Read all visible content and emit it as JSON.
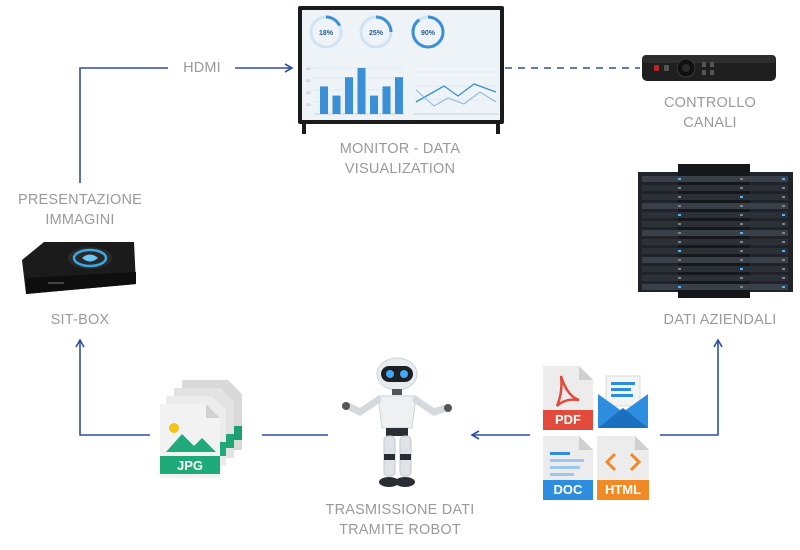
{
  "connections": {
    "hdmi_label": "HDMI"
  },
  "nodes": {
    "monitor": {
      "label_line1": "MONITOR - DATA",
      "label_line2": "VISUALIZATION"
    },
    "remote": {
      "label_line1": "CONTROLLO",
      "label_line2": "CANALI"
    },
    "presentation": {
      "label_line1": "PRESENTAZIONE",
      "label_line2": "IMMAGINI"
    },
    "sitbox": {
      "label": "SIT-BOX"
    },
    "servers": {
      "label": "DATI AZIENDALI"
    },
    "robot": {
      "label_line1": "TRASMISSIONE DATI",
      "label_line2": "TRAMITE ROBOT"
    }
  },
  "monitor_screen": {
    "gauges": [
      "18%",
      "25%",
      "90%"
    ],
    "gauge_values": [
      0.18,
      0.25,
      0.9
    ],
    "bar_values": [
      3,
      2,
      4,
      5,
      2,
      3,
      4
    ],
    "axis_ticks": [
      "40",
      "30",
      "20",
      "10"
    ]
  },
  "files": {
    "jpg": "JPG",
    "pdf": "PDF",
    "doc": "DOC",
    "html": "HTML"
  },
  "colors": {
    "line": "#2f4fa2",
    "label": "#9a9a9a",
    "accent_blue": "#3a8fd6",
    "pdf_red": "#e24b3b",
    "doc_blue": "#2d8ee0",
    "html_orange": "#f08a24",
    "jpg_green": "#1faa7a"
  }
}
